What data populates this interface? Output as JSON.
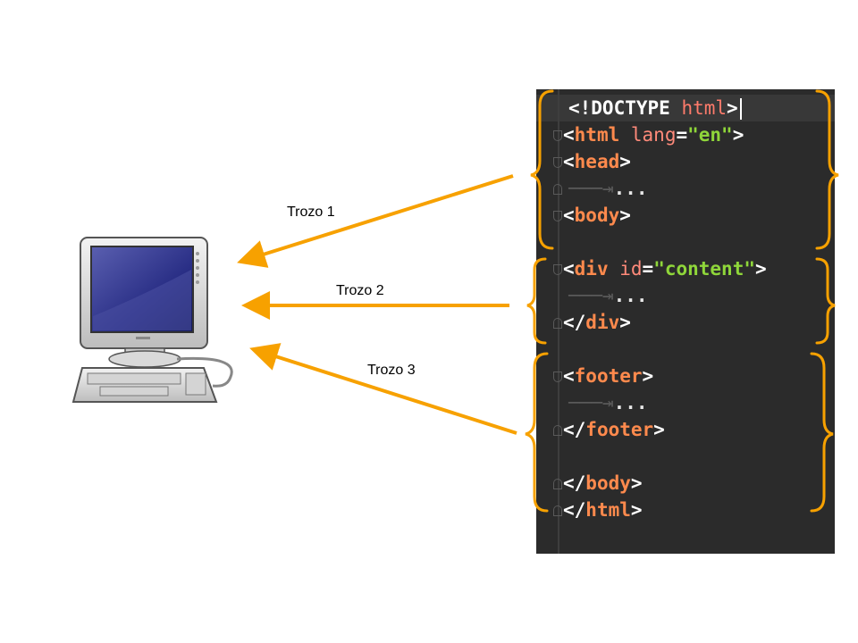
{
  "chunks": [
    {
      "label": "Trozo 1"
    },
    {
      "label": "Trozo 2"
    },
    {
      "label": "Trozo 3"
    }
  ],
  "code": {
    "line1": {
      "open": "<!DOCTYPE ",
      "name": "html",
      "close": ">"
    },
    "line2": {
      "open": "<",
      "tag": "html",
      "attr": "lang",
      "eq": "=",
      "val": "\"en\"",
      "close": ">"
    },
    "line3": {
      "open": "<",
      "tag": "head",
      "close": ">"
    },
    "line4": {
      "dots": "..."
    },
    "line5": {
      "open": "<",
      "tag": "body",
      "close": ">"
    },
    "line6": {
      "open": "<",
      "tag": "div",
      "attr": "id",
      "eq": "=",
      "val": "\"content\"",
      "close": ">"
    },
    "line7": {
      "dots": "..."
    },
    "line8": {
      "open": "</",
      "tag": "div",
      "close": ">"
    },
    "line9": {
      "open": "<",
      "tag": "footer",
      "close": ">"
    },
    "line10": {
      "dots": "..."
    },
    "line11": {
      "open": "</",
      "tag": "footer",
      "close": ">"
    },
    "line12": {
      "open": "</",
      "tag": "body",
      "close": ">"
    },
    "line13": {
      "open": "</",
      "tag": "html",
      "close": ">"
    }
  },
  "colors": {
    "arrow": "#f7a100",
    "brace": "#f7a100",
    "editor_bg": "#2b2b2b"
  },
  "icons": {
    "computer": "desktop-computer-icon"
  }
}
